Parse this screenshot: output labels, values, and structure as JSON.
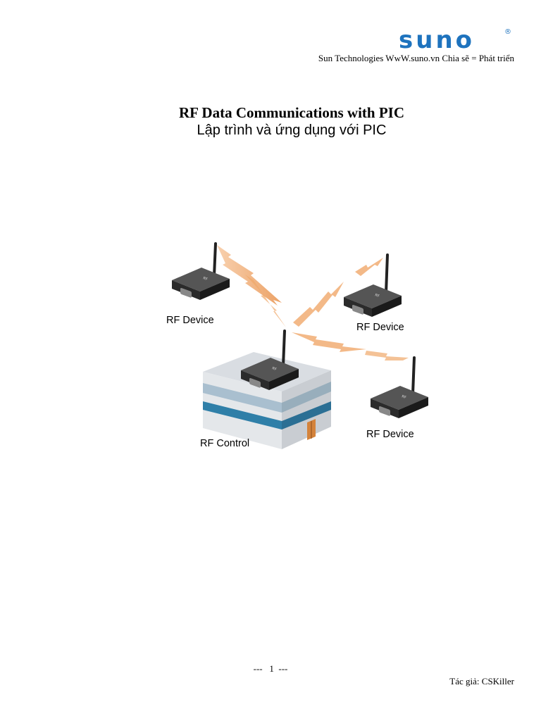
{
  "header": {
    "logo_text": "suno",
    "logo_mark": "®",
    "logo_color": "#1e73be",
    "tagline": "Sun Technologies WwW.suno.vn Chia sẽ = Phát triển"
  },
  "title": {
    "english": "RF Data Communications with PIC",
    "vietnamese": "Lập trình và ứng dụng với PIC"
  },
  "diagram": {
    "labels": {
      "device_top_left": "RF Device",
      "device_top_right": "RF Device",
      "device_bottom_right": "RF Device",
      "control": "RF Control"
    },
    "colors": {
      "device_body": "#2b2b2b",
      "signal": "#f0a86a",
      "building_stripe": "#2f7fa8",
      "door": "#d4833b"
    }
  },
  "footer": {
    "page_number": "---   1  ---",
    "author": "Tác giả: CSKiller"
  }
}
